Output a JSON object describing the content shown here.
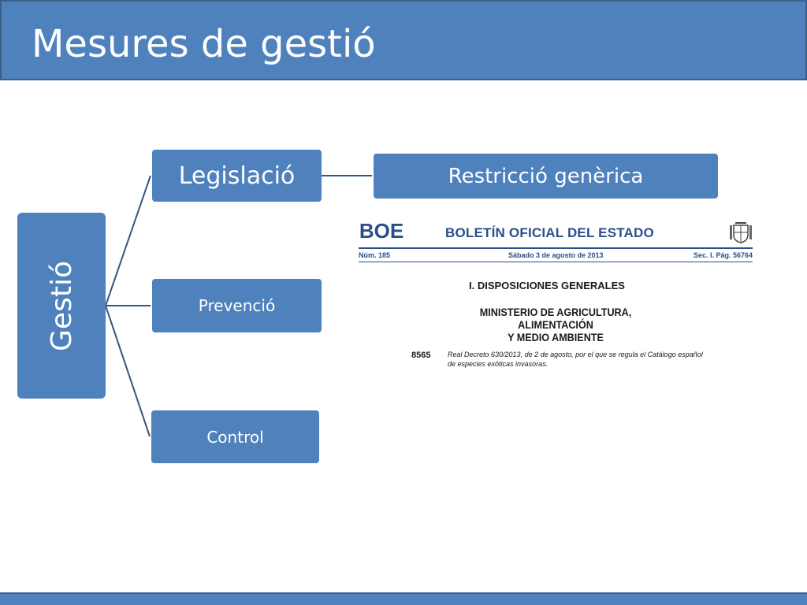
{
  "slide": {
    "title": "Mesures de gestió"
  },
  "diagram": {
    "root": "Gestió",
    "branches": [
      "Legislació",
      "Prevenció",
      "Control"
    ],
    "legislacio_child": "Restricció genèrica"
  },
  "boe": {
    "logo_text": "BOE",
    "masthead": "BOLETÍN OFICIAL DEL ESTADO",
    "number": "Núm. 185",
    "date": "Sábado 3 de agosto de 2013",
    "section_page": "Sec. I.  Pág. 56764",
    "section_title": "I.   DISPOSICIONES GENERALES",
    "ministry_line1": "MINISTERIO DE AGRICULTURA, ALIMENTACIÓN",
    "ministry_line2": "Y MEDIO AMBIENTE",
    "entry_number": "8565",
    "entry_text": "Real Decreto 630/2013, de 2 de agosto, por el que se regula el Catálogo español de especies exóticas invasoras."
  },
  "colors": {
    "box_fill": "#4f81bd",
    "box_border": "#3a5f8b",
    "connector": "#35557f",
    "boe_blue": "#2a4f8c"
  }
}
